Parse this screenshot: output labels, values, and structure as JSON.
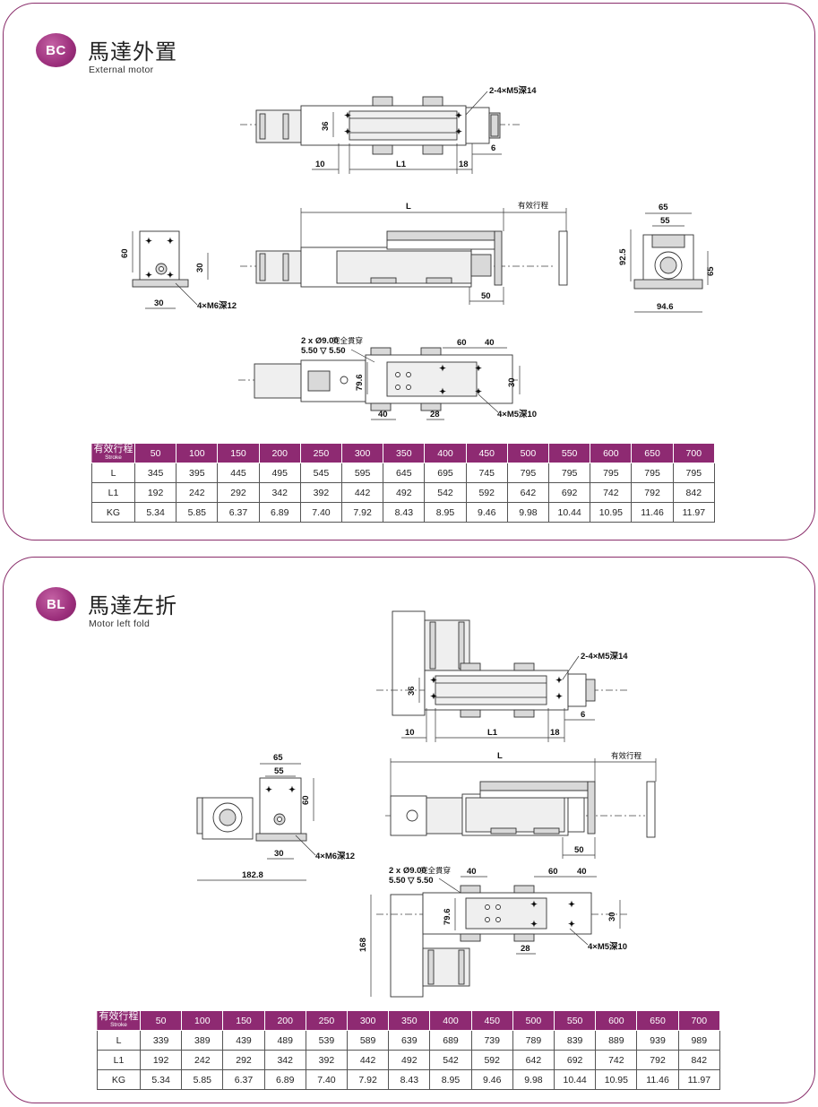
{
  "sections": [
    {
      "code": "BC",
      "title": "馬達外置",
      "subtitle": "External motor",
      "labels": {
        "hole_top": "2-4×M5深14",
        "dim_36": "36",
        "dim_10": "10",
        "dim_L1": "L1",
        "dim_18": "18",
        "dim_6": "6",
        "dim_L": "L",
        "stroke_note": "有效行程",
        "dim_50": "50",
        "dim_65": "65",
        "dim_55": "55",
        "dim_925": "92.5",
        "dim_65b": "65",
        "dim_946": "94.6",
        "dim_60": "60",
        "dim_30a": "30",
        "dim_30b": "30",
        "hole_m6": "4×M6深12",
        "pin_a": "2 x Ø9.00",
        "pin_b": "完全貫穿",
        "pin_c": "5.50 ▽ 5.50",
        "dim_60b": "60",
        "dim_40a": "40",
        "dim_796": "79.6",
        "dim_30c": "30",
        "dim_40b": "40",
        "dim_28": "28",
        "hole_m5": "4×M5深10"
      },
      "table": {
        "header_cn": "有效行程",
        "header_en": "Stroke",
        "strokes": [
          "50",
          "100",
          "150",
          "200",
          "250",
          "300",
          "350",
          "400",
          "450",
          "500",
          "550",
          "600",
          "650",
          "700"
        ],
        "rows": [
          {
            "label": "L",
            "values": [
              "345",
              "395",
              "445",
              "495",
              "545",
              "595",
              "645",
              "695",
              "745",
              "795",
              "795",
              "795",
              "795",
              "795"
            ]
          },
          {
            "label": "L1",
            "values": [
              "192",
              "242",
              "292",
              "342",
              "392",
              "442",
              "492",
              "542",
              "592",
              "642",
              "692",
              "742",
              "792",
              "842"
            ]
          },
          {
            "label": "KG",
            "values": [
              "5.34",
              "5.85",
              "6.37",
              "6.89",
              "7.40",
              "7.92",
              "8.43",
              "8.95",
              "9.46",
              "9.98",
              "10.44",
              "10.95",
              "11.46",
              "11.97"
            ]
          }
        ]
      }
    },
    {
      "code": "BL",
      "title": "馬達左折",
      "subtitle": "Motor left fold",
      "labels": {
        "hole_top": "2-4×M5深14",
        "dim_36": "36",
        "dim_10": "10",
        "dim_L1": "L1",
        "dim_18": "18",
        "dim_6": "6",
        "dim_L": "L",
        "stroke_note": "有效行程",
        "dim_50": "50",
        "dim_65": "65",
        "dim_55": "55",
        "dim_60": "60",
        "dim_30": "30",
        "dim_1828": "182.8",
        "hole_m6": "4×M6深12",
        "pin_a": "2 x Ø9.00",
        "pin_b": "完全貫穿",
        "pin_c": "5.50 ▽ 5.50",
        "dim_40a": "40",
        "dim_60b": "60",
        "dim_40b": "40",
        "dim_796": "79.6",
        "dim_30c": "30",
        "dim_168": "168",
        "dim_28": "28",
        "hole_m5": "4×M5深10"
      },
      "table": {
        "header_cn": "有效行程",
        "header_en": "Stroke",
        "strokes": [
          "50",
          "100",
          "150",
          "200",
          "250",
          "300",
          "350",
          "400",
          "450",
          "500",
          "550",
          "600",
          "650",
          "700"
        ],
        "rows": [
          {
            "label": "L",
            "values": [
              "339",
              "389",
              "439",
              "489",
              "539",
              "589",
              "639",
              "689",
              "739",
              "789",
              "839",
              "889",
              "939",
              "989"
            ]
          },
          {
            "label": "L1",
            "values": [
              "192",
              "242",
              "292",
              "342",
              "392",
              "442",
              "492",
              "542",
              "592",
              "642",
              "692",
              "742",
              "792",
              "842"
            ]
          },
          {
            "label": "KG",
            "values": [
              "5.34",
              "5.85",
              "6.37",
              "6.89",
              "7.40",
              "7.92",
              "8.43",
              "8.95",
              "9.46",
              "9.98",
              "10.44",
              "10.95",
              "11.46",
              "11.97"
            ]
          }
        ]
      }
    }
  ]
}
